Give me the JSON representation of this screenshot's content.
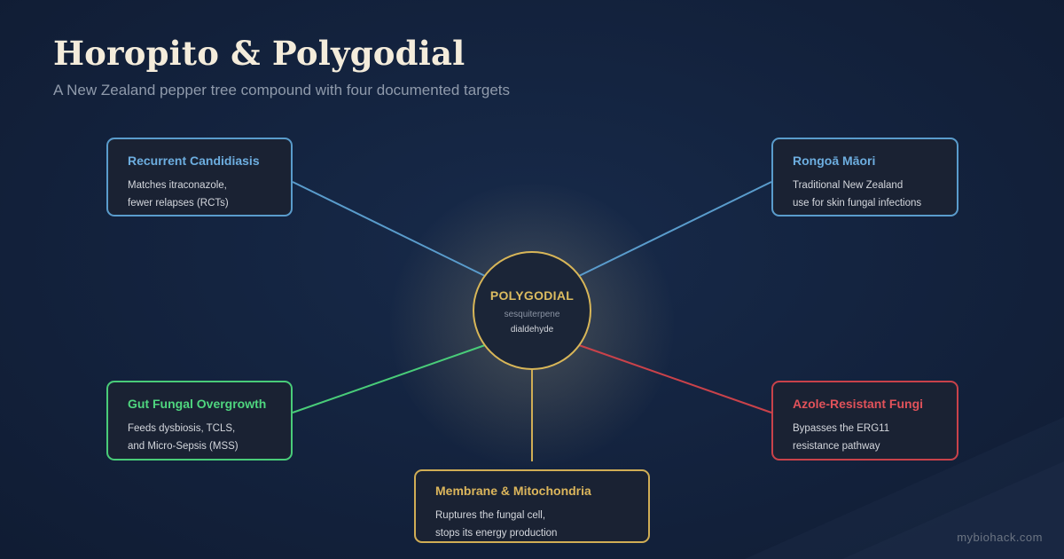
{
  "header": {
    "title": "Horopito & Polygodial",
    "subtitle": "A New Zealand pepper tree compound with four documented targets"
  },
  "hub": {
    "title": "POLYGODIAL",
    "line1": "sesquiterpene",
    "line2": "dialdehyde",
    "color": "#d8b658"
  },
  "cards": {
    "candidiasis": {
      "title": "Recurrent Candidiasis",
      "line1": "Matches itraconazole,",
      "line2": "fewer relapses (RCTs)",
      "color": "#5a9ccc"
    },
    "rongoa": {
      "title": "Rongoā Māori",
      "line1": "Traditional New Zealand",
      "line2": "use for skin fungal infections",
      "color": "#5a9ccc"
    },
    "gut": {
      "title": "Gut Fungal Overgrowth",
      "line1": "Feeds dysbiosis, TCLS,",
      "line2": "and Micro-Sepsis (MSS)",
      "color": "#49cc79"
    },
    "azole": {
      "title": "Azole-Resistant Fungi",
      "line1": "Bypasses the ERG11",
      "line2": "resistance pathway",
      "color": "#c9424a"
    },
    "membrane": {
      "title": "Membrane & Mitochondria",
      "line1": "Ruptures the fungal cell,",
      "line2": "stops its energy production",
      "color": "#d0ad55"
    }
  },
  "footer": {
    "watermark": "mybiohack.com"
  },
  "colors": {
    "background": "#13223d",
    "title": "#f4ecdb",
    "card_background": "#1a2233"
  }
}
